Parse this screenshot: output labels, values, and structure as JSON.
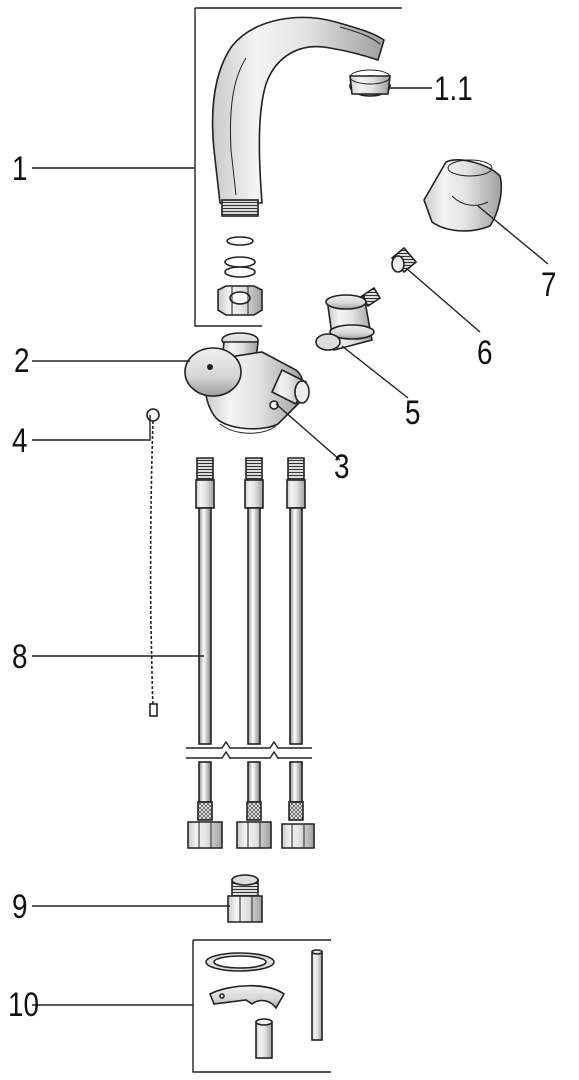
{
  "diagram": {
    "callouts": [
      {
        "id": "c1",
        "text": "1"
      },
      {
        "id": "c1_1",
        "text": "1.1"
      },
      {
        "id": "c2",
        "text": "2"
      },
      {
        "id": "c3",
        "text": "3"
      },
      {
        "id": "c4",
        "text": "4"
      },
      {
        "id": "c5",
        "text": "5"
      },
      {
        "id": "c6",
        "text": "6"
      },
      {
        "id": "c7",
        "text": "7"
      },
      {
        "id": "c8",
        "text": "8"
      },
      {
        "id": "c9",
        "text": "9"
      },
      {
        "id": "c10",
        "text": "10"
      }
    ]
  }
}
